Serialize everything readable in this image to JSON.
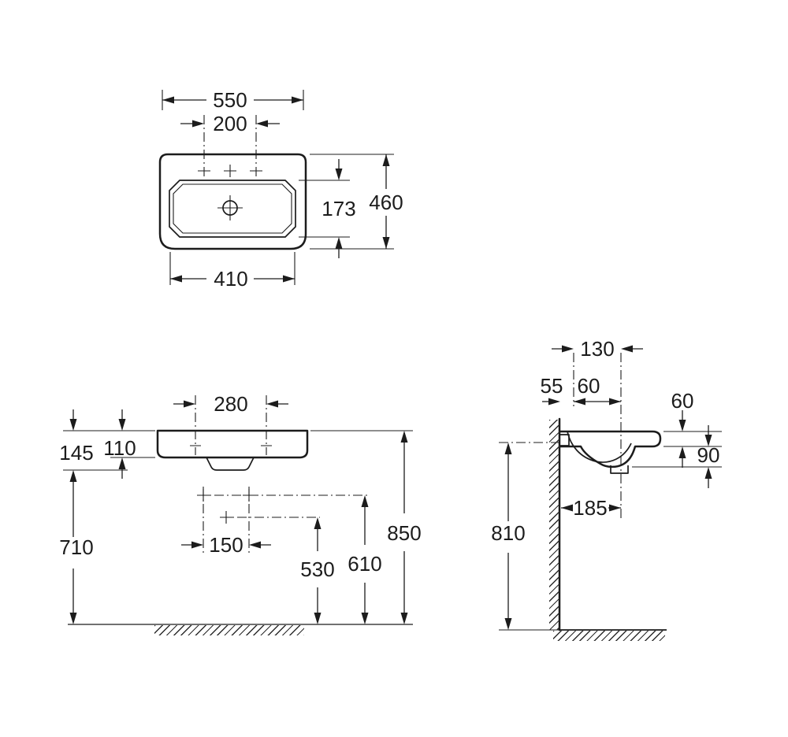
{
  "plan": {
    "overall_width": "550",
    "taphole_spacing": "200",
    "overall_depth": "460",
    "bowl_depth": "173",
    "bowl_width": "410"
  },
  "front": {
    "fixing_spacing": "280",
    "edge_thickness": "145",
    "apron_thickness": "110",
    "floor_to_underside": "710",
    "bolt_spacing": "150",
    "floor_to_drain": "530",
    "floor_to_bolts": "610",
    "floor_to_rim": "850"
  },
  "side": {
    "taphole_to_drain": "130",
    "wall_offset": "55",
    "axis_spacing": "60",
    "rim_thickness": "60",
    "bowl_front_depth": "90",
    "wall_to_drain": "185",
    "floor_to_basin": "810"
  }
}
